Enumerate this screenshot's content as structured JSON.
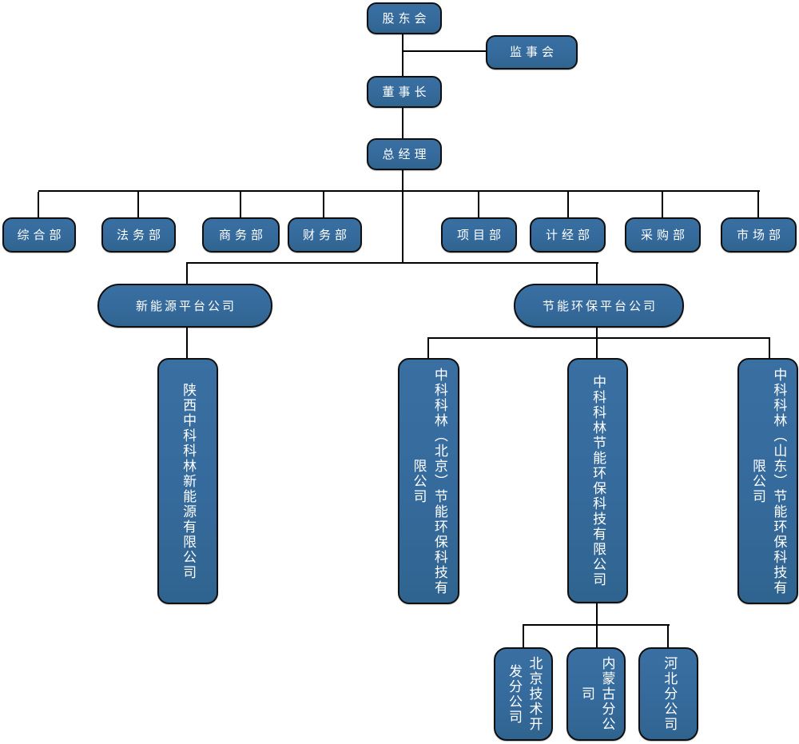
{
  "chart": {
    "top": {
      "shareholders": "股东会",
      "supervisory_board": "监事会",
      "chairman": "董事长",
      "general_manager": "总经理"
    },
    "departments": [
      "综合部",
      "法务部",
      "商务部",
      "财务部",
      "项目部",
      "计经部",
      "采购部",
      "市场部"
    ],
    "platforms": {
      "new_energy": "新能源平台公司",
      "energy_saving": "节能环保平台公司"
    },
    "subsidiaries": {
      "shaanxi": "陕西中科科林新能源有限公司",
      "beijing": "中科科林（北京）节能环保科技有限公司",
      "main": "中科科林节能环保科技有限公司",
      "shandong": "中科科林（山东）节能环保科技有限公司"
    },
    "branches": [
      "北京技术开发分公司",
      "内蒙古分公司",
      "河北分公司"
    ],
    "colors": {
      "node_fill": "#356a9c",
      "node_border": "#0f0f0f",
      "node_text": "#ffffff",
      "connector": "#000000",
      "background": "#ffffff"
    }
  }
}
